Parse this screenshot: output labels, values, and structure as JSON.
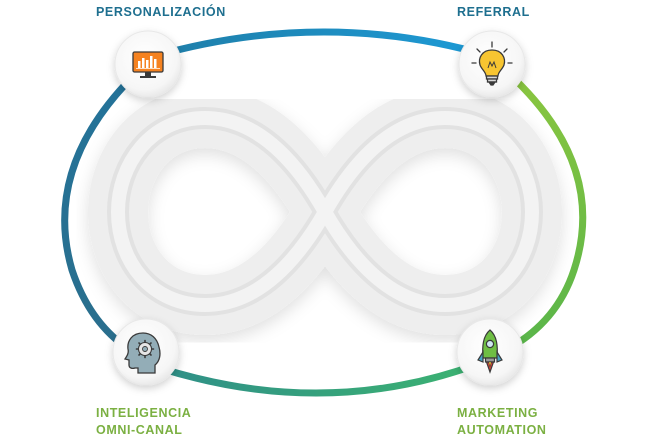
{
  "labels": {
    "personalizacion": "PERSONALIZACIÓN",
    "referral": "REFERRAL",
    "inteligencia_line1": "INTELIGENCIA",
    "inteligencia_line2": "OMNI-CANAL",
    "marketing_line1": "MARKETING",
    "marketing_line2": "AUTOMATION"
  },
  "colors": {
    "label_blue": "#1e6f8f",
    "label_green": "#7bb042",
    "ring_blue": "#1d9bd7",
    "ring_teal": "#2a6e8c",
    "ring_green": "#3cb371",
    "ring_lime": "#7cc04a",
    "infinity": "#e8e8e8"
  },
  "icons": {
    "top_left": "monitor-chart-icon",
    "top_right": "lightbulb-icon",
    "bottom_left": "head-gear-icon",
    "bottom_right": "rocket-icon"
  }
}
